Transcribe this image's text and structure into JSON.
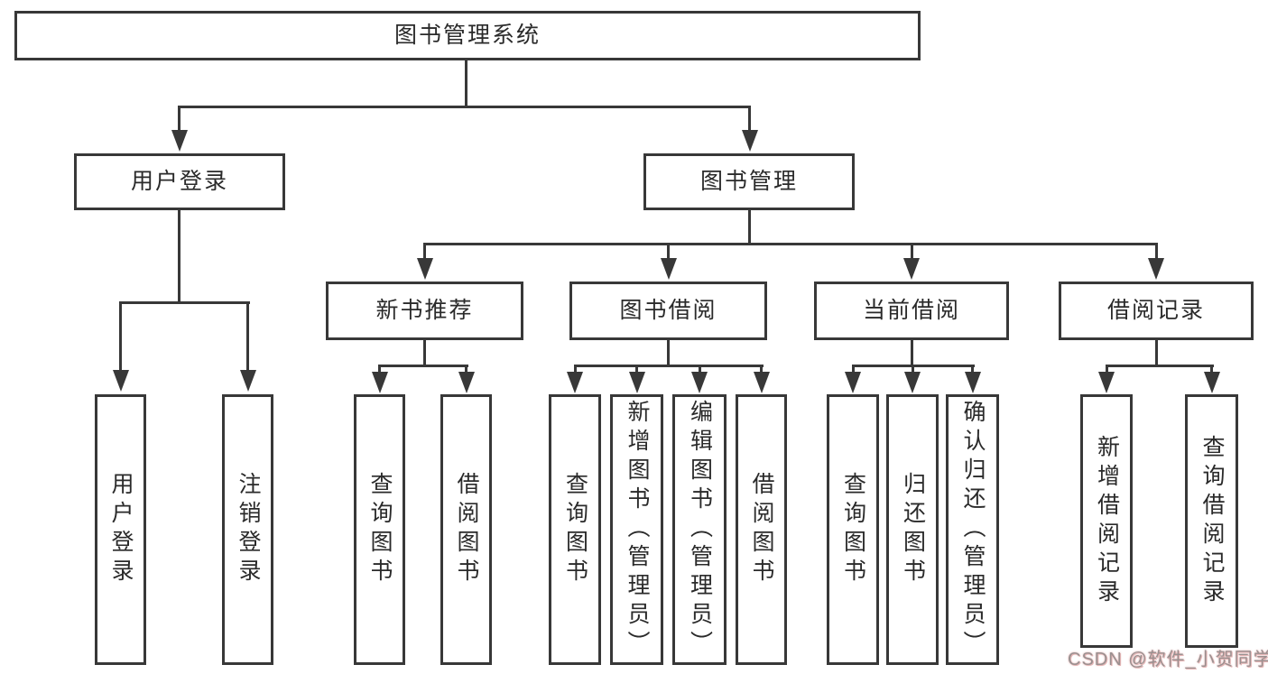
{
  "diagram": {
    "root": {
      "label": "图书管理系统"
    },
    "branches": [
      {
        "label": "用户登录",
        "children": [
          {
            "label": "用户登录"
          },
          {
            "label": "注销登录"
          }
        ]
      },
      {
        "label": "图书管理",
        "children": [
          {
            "label": "新书推荐",
            "children": [
              {
                "label": "查询图书"
              },
              {
                "label": "借阅图书"
              }
            ]
          },
          {
            "label": "图书借阅",
            "children": [
              {
                "label": "查询图书"
              },
              {
                "label": "新增图书（管理员）"
              },
              {
                "label": "编辑图书（管理员）"
              },
              {
                "label": "借阅图书"
              }
            ]
          },
          {
            "label": "当前借阅",
            "children": [
              {
                "label": "查询图书"
              },
              {
                "label": "归还图书"
              },
              {
                "label": "确认归还（管理员）"
              }
            ]
          },
          {
            "label": "借阅记录",
            "children": [
              {
                "label": "新增借阅记录"
              },
              {
                "label": "查询借阅记录"
              }
            ]
          }
        ]
      }
    ],
    "watermark": "CSDN @软件_小贺同学",
    "colors": {
      "line": "#383838",
      "background": "#ffffff",
      "watermark": "#b38b8b"
    }
  }
}
